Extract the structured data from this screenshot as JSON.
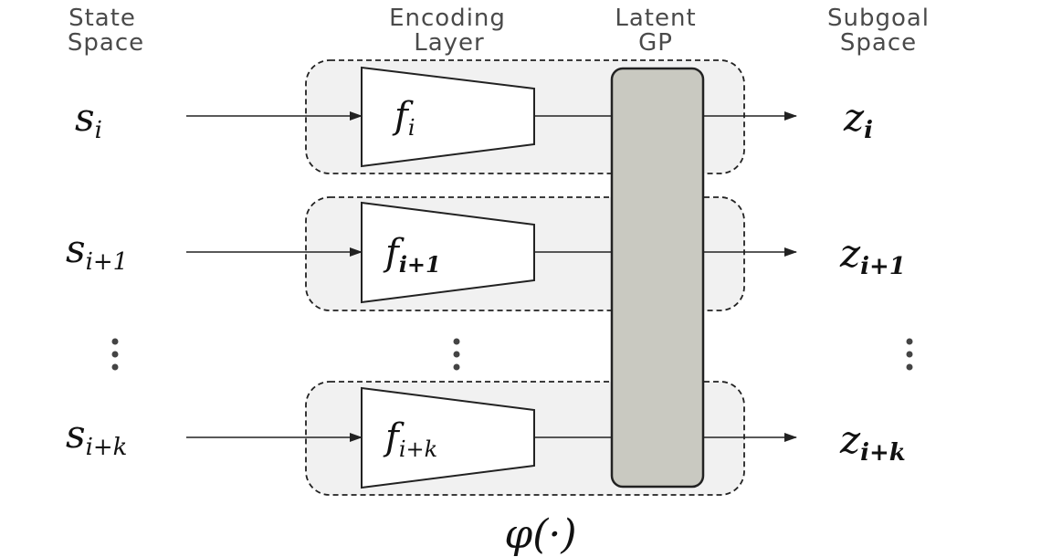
{
  "headers": {
    "state_space": [
      "State",
      "Space"
    ],
    "encoding_layer": [
      "Encoding",
      "Layer"
    ],
    "latent_gp": [
      "Latent",
      "GP"
    ],
    "subgoal_space": [
      "Subgoal",
      "Space"
    ]
  },
  "rows": [
    {
      "input": {
        "base": "s",
        "sub": "i"
      },
      "encoder": {
        "base": "f",
        "sub": "i"
      },
      "output": {
        "base": "z",
        "sub": "i"
      }
    },
    {
      "input": {
        "base": "s",
        "sub": "i+1"
      },
      "encoder": {
        "base": "f",
        "sub": "i+1"
      },
      "output": {
        "base": "z",
        "sub": "i+1"
      }
    },
    {
      "input": {
        "base": "s",
        "sub": "i+k"
      },
      "encoder": {
        "base": "f",
        "sub": "i+k"
      },
      "output": {
        "base": "z",
        "sub": "i+k"
      }
    }
  ],
  "ellipsis": "⋮",
  "mapping_label": "φ(·)",
  "colors": {
    "gp_fill": "#c9c9c1",
    "group_fill": "#f1f1f1",
    "stroke": "#222222"
  }
}
